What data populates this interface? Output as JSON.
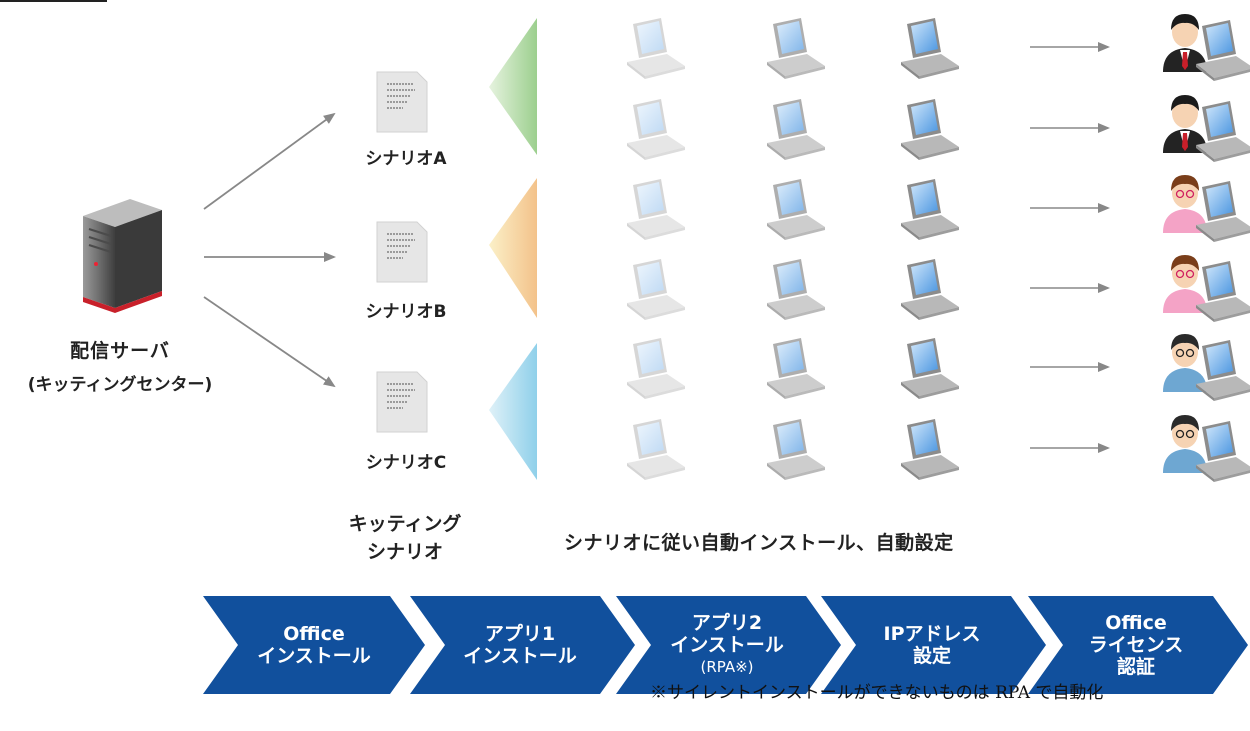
{
  "server": {
    "title": "配信サーバ",
    "subtitle": "(キッティングセンター)",
    "icon": "server-icon"
  },
  "scenarios": [
    {
      "label": "シナリオA",
      "color": "#9ccf8e"
    },
    {
      "label": "シナリオB",
      "color": "#f3c28a"
    },
    {
      "label": "シナリオC",
      "color": "#8fd0ea"
    }
  ],
  "labels": {
    "kitting": [
      "キッティング",
      "シナリオ"
    ],
    "auto_install": "シナリオに従い自動インストール、自動設定"
  },
  "users": [
    "businessman",
    "businessman",
    "woman",
    "woman",
    "man-glasses",
    "man-glasses"
  ],
  "steps": [
    {
      "lines": [
        "Office",
        "インストール"
      ]
    },
    {
      "lines": [
        "アプリ1",
        "インストール"
      ]
    },
    {
      "lines": [
        "アプリ2",
        "インストール",
        "(RPA※)"
      ]
    },
    {
      "lines": [
        "IPアドレス",
        "設定"
      ]
    },
    {
      "lines": [
        "Office",
        "ライセンス",
        "認証"
      ]
    }
  ],
  "footnote": "※サイレントインストールができないものは RPA で自動化",
  "colors": {
    "step_blue": "#11509d",
    "arrow_gray": "#888888"
  }
}
